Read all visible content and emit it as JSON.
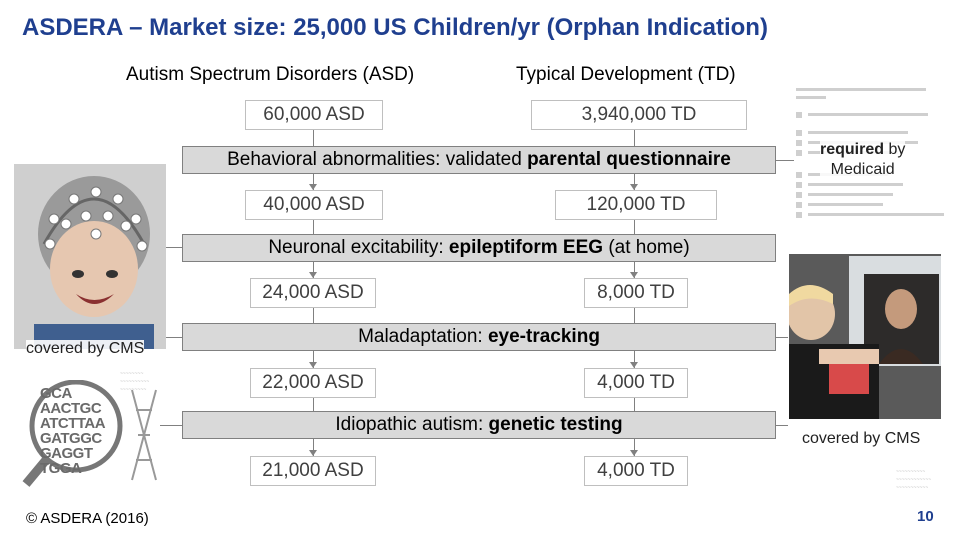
{
  "title": "ASDERA – Market size: 25,000 US Children/yr (Orphan Indication)",
  "columns": {
    "asd": "Autism Spectrum Disorders (ASD)",
    "td": "Typical Development (TD)"
  },
  "funnel": [
    {
      "asd": "60,000 ASD",
      "td": "3,940,000 TD"
    },
    {
      "asd": "40,000 ASD",
      "td": "120,000 TD"
    },
    {
      "asd": "24,000 ASD",
      "td": "8,000 TD"
    },
    {
      "asd": "22,000 ASD",
      "td": "4,000 TD"
    },
    {
      "asd": "21,000 ASD",
      "td": "4,000 TD"
    }
  ],
  "filters": [
    {
      "prefix": "Behavioral abnormalities: validated ",
      "bold": "parental questionnaire"
    },
    {
      "prefix": "Neuronal excitability: ",
      "bold": "epileptiform EEG",
      "suffix": " (at home)"
    },
    {
      "prefix": "Maladaptation: ",
      "bold": "eye-tracking"
    },
    {
      "prefix": "Idiopathic autism: ",
      "bold": "genetic testing"
    }
  ],
  "notes": {
    "medicaid_bold": "required",
    "medicaid_rest_1": " by",
    "medicaid_rest_2": "Medicaid",
    "cms_left": "covered by CMS",
    "cms_right": "covered by CMS"
  },
  "dna_letters": [
    "GCA",
    "AACTGC",
    "ATCTTAA",
    "GATGGC",
    "GAGGT",
    "TGGA"
  ],
  "footer": "© ASDERA (2016)",
  "page_number": "10",
  "colors": {
    "title": "#1f3f8f",
    "bar": "#d9d9d9",
    "box_border": "#bfbfbf"
  }
}
